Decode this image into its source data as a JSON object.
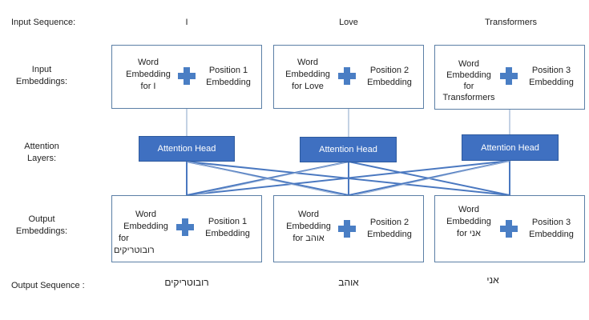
{
  "row_labels": {
    "input_sequence": "Input Sequence:",
    "input_embeddings": [
      "Input",
      "Embeddings:"
    ],
    "attention_layers": [
      "Attention",
      "Layers:"
    ],
    "output_embeddings": [
      "Output",
      "Embeddings:"
    ],
    "output_sequence": "Output Sequence :"
  },
  "input_tokens": [
    "I",
    "Love",
    "Transformers"
  ],
  "attention_head_label": "Attention Head",
  "input_embeddings": [
    {
      "word_lines": [
        "Word",
        "Embedding",
        "for I"
      ],
      "position_lines": [
        "Position 1",
        "Embedding"
      ]
    },
    {
      "word_lines": [
        "Word",
        "Embedding",
        "for Love"
      ],
      "position_lines": [
        "Position 2",
        "Embedding"
      ]
    },
    {
      "word_lines": [
        "Word",
        "Embedding",
        "for",
        "Transformers"
      ],
      "position_lines": [
        "Position 3",
        "Embedding"
      ]
    }
  ],
  "output_embeddings": [
    {
      "word_lines": [
        "Word",
        "Embedding",
        "for",
        "רובוטריקים"
      ],
      "position_lines": [
        "Position 1",
        "Embedding"
      ]
    },
    {
      "word_lines": [
        "Word",
        "Embedding",
        "for אוהב"
      ],
      "position_lines": [
        "Position 2",
        "Embedding"
      ]
    },
    {
      "word_lines": [
        "Word",
        "Embedding",
        "for אני"
      ],
      "position_lines": [
        "Position 3",
        "Embedding"
      ]
    }
  ],
  "output_tokens": [
    "רובוטריקים",
    "אוהב",
    "אני"
  ],
  "colors": {
    "head_fill": "#3f70c1",
    "plus_fill": "#4a7ec4",
    "box_border": "#5b7fa6",
    "connector": "#4a78c0"
  }
}
